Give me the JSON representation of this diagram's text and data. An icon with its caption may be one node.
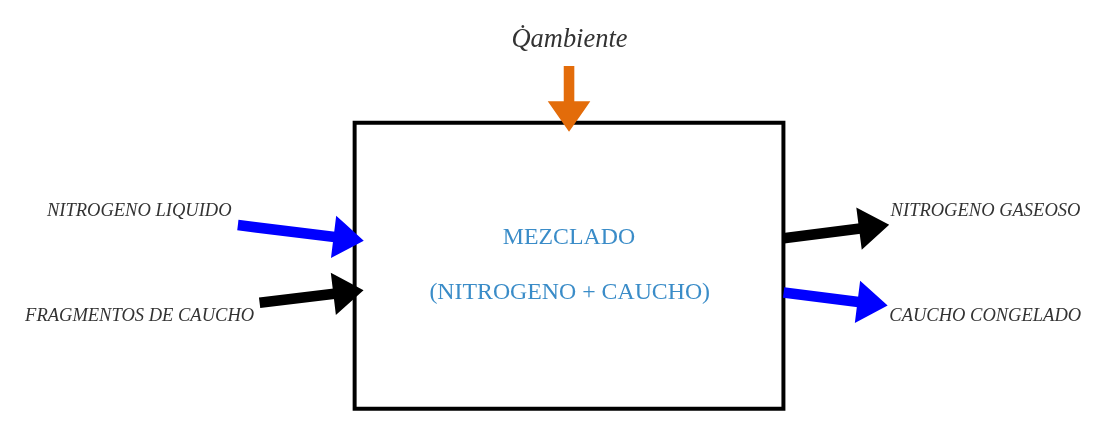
{
  "diagram": {
    "nodes": [
      {
        "text": [
          "Q̇ambiente"
        ]
      },
      {
        "text": [
          "NITROGENO LIQUIDO"
        ]
      },
      {
        "text": [
          "FRAGMENTOS DE CAUCHO"
        ]
      },
      {
        "text": [
          "MEZCLADO",
          "(NITROGENO + CAUCHO)"
        ]
      },
      {
        "text": [
          "NITROGENO GASEOSO"
        ]
      },
      {
        "text": [
          "CAUCHO CONGELADO"
        ]
      }
    ],
    "edges": [
      {
        "from": 0,
        "to": 3,
        "arrow": "to",
        "color": "#e36c0a"
      },
      {
        "from": 1,
        "to": 3,
        "arrow": "to",
        "color": "#0000ff"
      },
      {
        "from": 2,
        "to": 3,
        "arrow": "to",
        "color": "#000000"
      },
      {
        "from": 3,
        "to": 4,
        "arrow": "to",
        "color": "#000000"
      },
      {
        "from": 3,
        "to": 5,
        "arrow": "to",
        "color": "#0000ff"
      }
    ]
  }
}
